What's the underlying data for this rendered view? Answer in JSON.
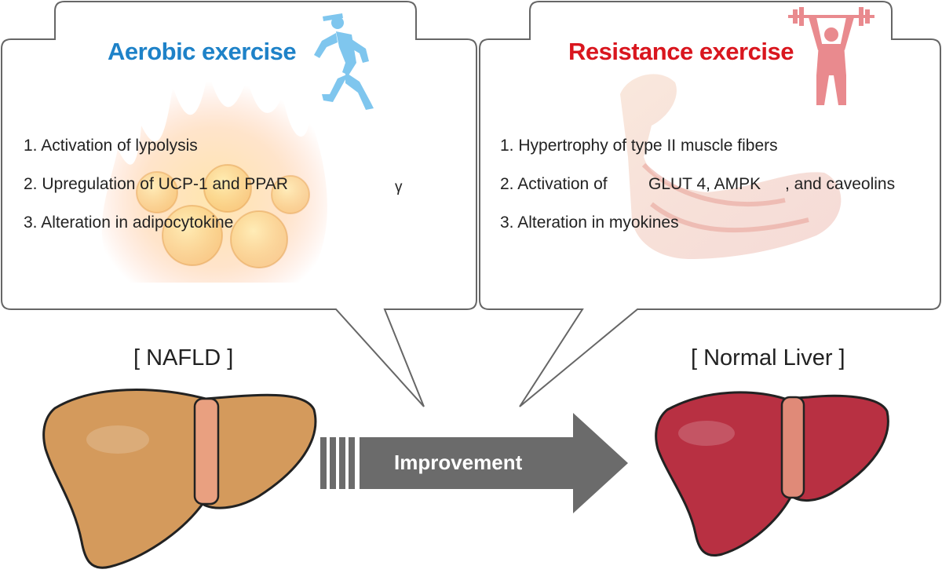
{
  "colors": {
    "aerobic": "#1e82c8",
    "resistance": "#d9161e",
    "runner": "#7fc6ee",
    "lifter": "#e98a8e",
    "nafld_liver": "#d49a5c",
    "normal_liver": "#b83042",
    "arrow": "#6b6b6b"
  },
  "aerobic": {
    "title": "Aerobic exercise",
    "icon": "runner-icon",
    "items": [
      "1. Activation of lypolysis",
      "2. Upregulation of UCP-1 and PPAR",
      "3. Alteration in adipocytokine"
    ],
    "gamma": "γ"
  },
  "resistance": {
    "title": "Resistance exercise",
    "icon": "weightlifter-icon",
    "items": [
      "1. Hypertrophy of type II muscle fibers",
      "2.  Activation of",
      "3. Alteration in myokines"
    ],
    "item2_middle": "GLUT 4, AMPK",
    "item2_end": ", and caveolins"
  },
  "left_label": "[ NAFLD ]",
  "right_label": "[ Normal Liver ]",
  "arrow_label": "Improvement"
}
